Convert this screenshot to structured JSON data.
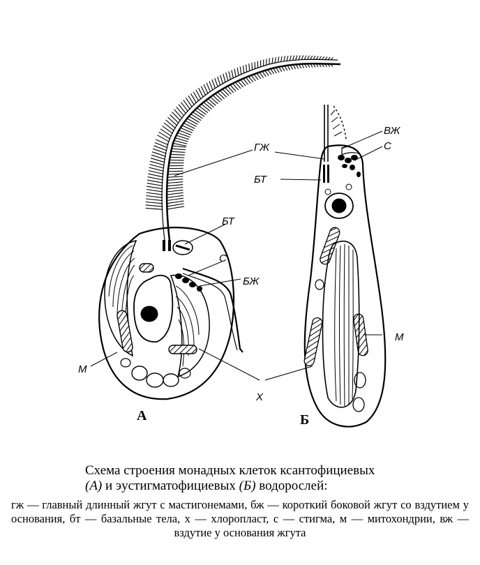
{
  "labels": {
    "gzh": "ГЖ",
    "bt_a": "БТ",
    "s_a": "С",
    "bzh": "БЖ",
    "m_a": "М",
    "x": "Х",
    "vzh": "ВЖ",
    "s_b": "С",
    "bt_b": "БТ",
    "m_b": "М"
  },
  "panels": {
    "a": "А",
    "b": "Б"
  },
  "caption": {
    "title_line1": "Схема строения монадных клеток ксантофициевых",
    "title_a": "(А)",
    "title_mid": " и эустигматофициевых ",
    "title_b": "(Б)",
    "title_end": " водорослей:",
    "legend": "гж — главный длинный жгут с мастигонемами, бж — короткий боковой жгут со вздутием у основания, бт — базальные тела, х — хлоропласт, с — стигма, м — митохондрии, вж — вздутие у основания жгута"
  }
}
